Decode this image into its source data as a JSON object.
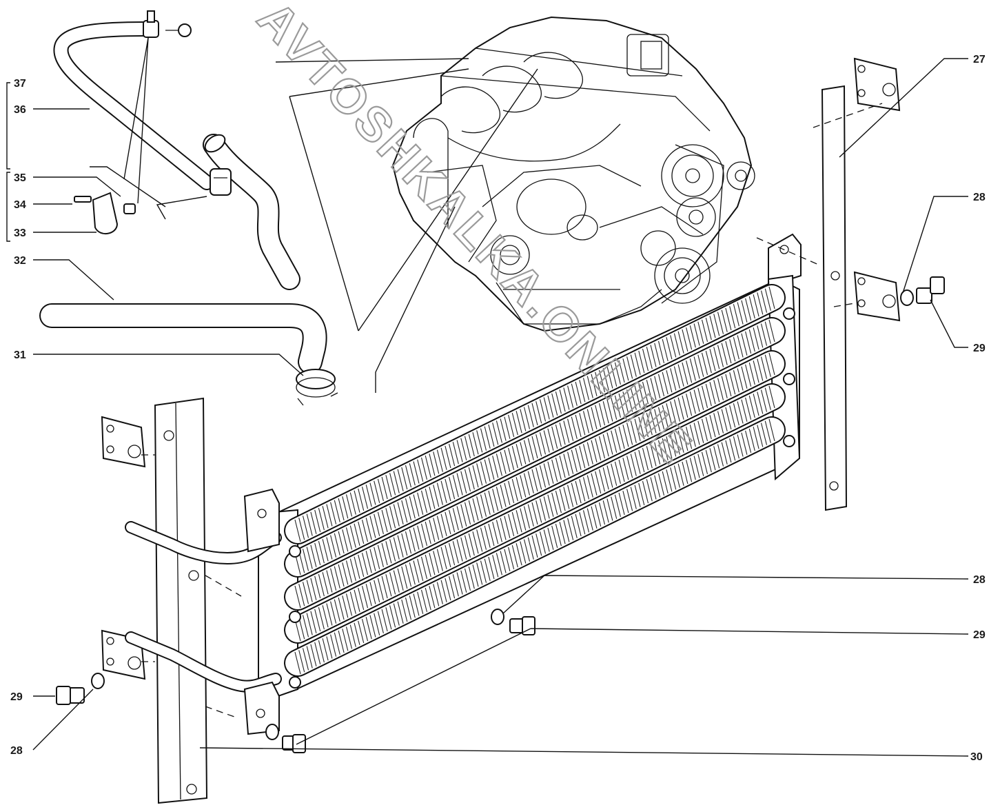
{
  "callouts": {
    "n37": "37",
    "n36": "36",
    "n35": "35",
    "n34": "34",
    "n33": "33",
    "n32": "32",
    "n31": "31",
    "n27": "27",
    "n28_top": "28",
    "n29_top": "29",
    "n28_mid": "28",
    "n29_mid": "29",
    "n29_left": "29",
    "n28_left": "28",
    "n30": "30"
  },
  "watermark": "AVTOSHKALKA.ONLINE"
}
